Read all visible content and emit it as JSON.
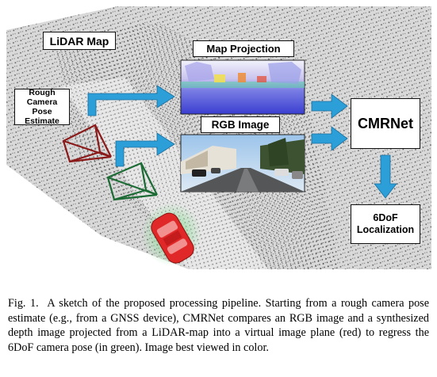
{
  "figure": {
    "labels": {
      "lidar_map": "LiDAR Map",
      "map_projection": "Map Projection",
      "rgb_image": "RGB Image",
      "rough_pose": "Rough Camera Pose Estimate",
      "cmrnet": "CMRNet",
      "localization": "6DoF Localization"
    },
    "colors": {
      "arrow": "#2c9ed8",
      "rough_camera": "#8b1a1a",
      "gt_camera": "#1d6b35",
      "car": "#e02828"
    }
  },
  "caption": {
    "label": "Fig. 1.",
    "text": "A sketch of the proposed processing pipeline. Starting from a rough camera pose estimate (e.g., from a GNSS device), CMRNet compares an RGB image and a synthesized depth image projected from a LiDAR-map into a virtual image plane (red) to regress the 6DoF camera pose (in green). Image best viewed in color."
  }
}
